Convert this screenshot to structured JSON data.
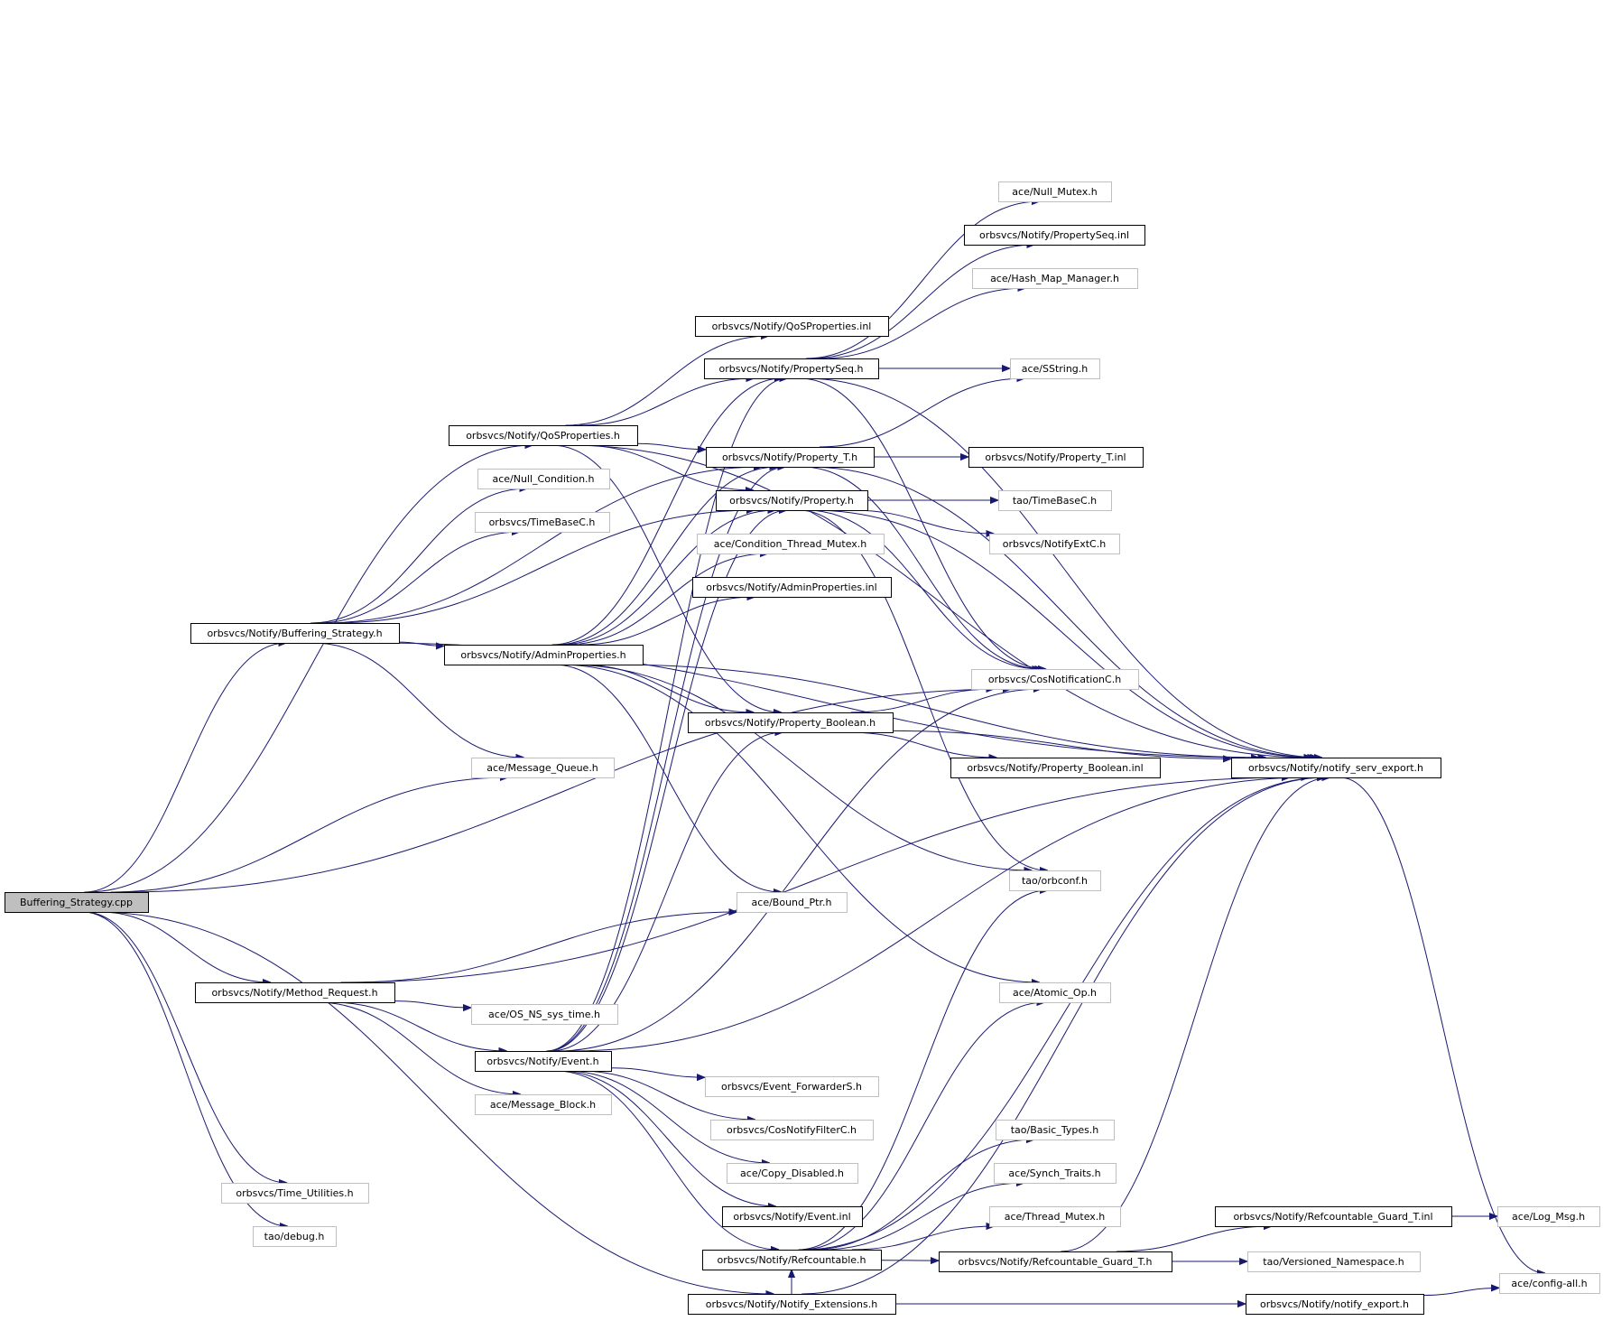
{
  "graph": {
    "nodes": [
      {
        "id": "root",
        "label": "Buffering_Strategy.cpp",
        "kind": "root"
      },
      {
        "id": "bs",
        "label": "orbsvcs/Notify/Buffering_Strategy.h",
        "kind": "documented"
      },
      {
        "id": "qos",
        "label": "orbsvcs/Notify/QoSProperties.h",
        "kind": "documented"
      },
      {
        "id": "qosinl",
        "label": "orbsvcs/Notify/QoSProperties.inl",
        "kind": "documented"
      },
      {
        "id": "nullcond",
        "label": "ace/Null_Condition.h",
        "kind": "undocumented"
      },
      {
        "id": "timebasec1",
        "label": "orbsvcs/TimeBaseC.h",
        "kind": "undocumented"
      },
      {
        "id": "admin",
        "label": "orbsvcs/Notify/AdminProperties.h",
        "kind": "documented"
      },
      {
        "id": "msgq",
        "label": "ace/Message_Queue.h",
        "kind": "undocumented"
      },
      {
        "id": "methreq",
        "label": "orbsvcs/Notify/Method_Request.h",
        "kind": "documented"
      },
      {
        "id": "ostime",
        "label": "ace/OS_NS_sys_time.h",
        "kind": "undocumented"
      },
      {
        "id": "event",
        "label": "orbsvcs/Notify/Event.h",
        "kind": "documented"
      },
      {
        "id": "msgblock",
        "label": "ace/Message_Block.h",
        "kind": "undocumented"
      },
      {
        "id": "timeutil",
        "label": "orbsvcs/Time_Utilities.h",
        "kind": "undocumented"
      },
      {
        "id": "debug",
        "label": "tao/debug.h",
        "kind": "undocumented"
      },
      {
        "id": "propseq",
        "label": "orbsvcs/Notify/PropertySeq.h",
        "kind": "documented"
      },
      {
        "id": "propt",
        "label": "orbsvcs/Notify/Property_T.h",
        "kind": "documented"
      },
      {
        "id": "prop",
        "label": "orbsvcs/Notify/Property.h",
        "kind": "documented"
      },
      {
        "id": "condmutex",
        "label": "ace/Condition_Thread_Mutex.h",
        "kind": "undocumented"
      },
      {
        "id": "admininl",
        "label": "orbsvcs/Notify/AdminProperties.inl",
        "kind": "documented"
      },
      {
        "id": "propbool",
        "label": "orbsvcs/Notify/Property_Boolean.h",
        "kind": "documented"
      },
      {
        "id": "boundptr",
        "label": "ace/Bound_Ptr.h",
        "kind": "undocumented"
      },
      {
        "id": "fwds",
        "label": "orbsvcs/Event_ForwarderS.h",
        "kind": "undocumented"
      },
      {
        "id": "filterc",
        "label": "orbsvcs/CosNotifyFilterC.h",
        "kind": "undocumented"
      },
      {
        "id": "copydis",
        "label": "ace/Copy_Disabled.h",
        "kind": "undocumented"
      },
      {
        "id": "eventinl",
        "label": "orbsvcs/Notify/Event.inl",
        "kind": "documented"
      },
      {
        "id": "refc",
        "label": "orbsvcs/Notify/Refcountable.h",
        "kind": "documented"
      },
      {
        "id": "notext",
        "label": "orbsvcs/Notify/Notify_Extensions.h",
        "kind": "documented"
      },
      {
        "id": "nullmutex",
        "label": "ace/Null_Mutex.h",
        "kind": "undocumented"
      },
      {
        "id": "propseqinl",
        "label": "orbsvcs/Notify/PropertySeq.inl",
        "kind": "documented"
      },
      {
        "id": "hashmap",
        "label": "ace/Hash_Map_Manager.h",
        "kind": "undocumented"
      },
      {
        "id": "sstring",
        "label": "ace/SString.h",
        "kind": "undocumented"
      },
      {
        "id": "proptinl",
        "label": "orbsvcs/Notify/Property_T.inl",
        "kind": "documented"
      },
      {
        "id": "timebasec2",
        "label": "tao/TimeBaseC.h",
        "kind": "undocumented"
      },
      {
        "id": "notifyextc",
        "label": "orbsvcs/NotifyExtC.h",
        "kind": "undocumented"
      },
      {
        "id": "cosnotc",
        "label": "orbsvcs/CosNotificationC.h",
        "kind": "undocumented"
      },
      {
        "id": "propboolinl",
        "label": "orbsvcs/Notify/Property_Boolean.inl",
        "kind": "documented"
      },
      {
        "id": "servexp",
        "label": "orbsvcs/Notify/notify_serv_export.h",
        "kind": "documented"
      },
      {
        "id": "orbconf",
        "label": "tao/orbconf.h",
        "kind": "undocumented"
      },
      {
        "id": "atomicop",
        "label": "ace/Atomic_Op.h",
        "kind": "undocumented"
      },
      {
        "id": "basictypes",
        "label": "tao/Basic_Types.h",
        "kind": "undocumented"
      },
      {
        "id": "synchtraits",
        "label": "ace/Synch_Traits.h",
        "kind": "undocumented"
      },
      {
        "id": "threadmutex",
        "label": "ace/Thread_Mutex.h",
        "kind": "undocumented"
      },
      {
        "id": "refguardinl",
        "label": "orbsvcs/Notify/Refcountable_Guard_T.inl",
        "kind": "documented"
      },
      {
        "id": "refguard",
        "label": "orbsvcs/Notify/Refcountable_Guard_T.h",
        "kind": "documented"
      },
      {
        "id": "versioned",
        "label": "tao/Versioned_Namespace.h",
        "kind": "undocumented"
      },
      {
        "id": "notifyexp",
        "label": "orbsvcs/Notify/notify_export.h",
        "kind": "documented"
      },
      {
        "id": "logmsg",
        "label": "ace/Log_Msg.h",
        "kind": "undocumented"
      },
      {
        "id": "configall",
        "label": "ace/config-all.h",
        "kind": "undocumented"
      }
    ],
    "edges": [
      [
        "root",
        "qos"
      ],
      [
        "root",
        "bs"
      ],
      [
        "root",
        "msgq"
      ],
      [
        "root",
        "cosnotc"
      ],
      [
        "root",
        "methreq"
      ],
      [
        "root",
        "timeutil"
      ],
      [
        "root",
        "debug"
      ],
      [
        "root",
        "notext"
      ],
      [
        "bs",
        "nullcond"
      ],
      [
        "bs",
        "timebasec1"
      ],
      [
        "bs",
        "admin"
      ],
      [
        "bs",
        "msgq"
      ],
      [
        "bs",
        "propt"
      ],
      [
        "bs",
        "servexp"
      ],
      [
        "bs",
        "prop"
      ],
      [
        "qos",
        "qosinl"
      ],
      [
        "qos",
        "propseq"
      ],
      [
        "qos",
        "propt"
      ],
      [
        "qos",
        "prop"
      ],
      [
        "qos",
        "propbool"
      ],
      [
        "qos",
        "servexp"
      ],
      [
        "admin",
        "admininl"
      ],
      [
        "admin",
        "condmutex"
      ],
      [
        "admin",
        "propt"
      ],
      [
        "admin",
        "prop"
      ],
      [
        "admin",
        "propseq"
      ],
      [
        "admin",
        "propbool"
      ],
      [
        "admin",
        "boundptr"
      ],
      [
        "admin",
        "servexp"
      ],
      [
        "admin",
        "atomicop"
      ],
      [
        "admin",
        "orbconf"
      ],
      [
        "methreq",
        "ostime"
      ],
      [
        "methreq",
        "event"
      ],
      [
        "methreq",
        "msgblock"
      ],
      [
        "methreq",
        "boundptr"
      ],
      [
        "methreq",
        "servexp"
      ],
      [
        "event",
        "fwds"
      ],
      [
        "event",
        "filterc"
      ],
      [
        "event",
        "copydis"
      ],
      [
        "event",
        "eventinl"
      ],
      [
        "event",
        "refc"
      ],
      [
        "event",
        "servexp"
      ],
      [
        "event",
        "propbool"
      ],
      [
        "event",
        "prop"
      ],
      [
        "event",
        "propt"
      ],
      [
        "event",
        "propseq"
      ],
      [
        "event",
        "cosnotc"
      ],
      [
        "propseq",
        "nullmutex"
      ],
      [
        "propseq",
        "propseqinl"
      ],
      [
        "propseq",
        "hashmap"
      ],
      [
        "propseq",
        "sstring"
      ],
      [
        "propseq",
        "servexp"
      ],
      [
        "propseq",
        "cosnotc"
      ],
      [
        "propt",
        "proptinl"
      ],
      [
        "propt",
        "sstring"
      ],
      [
        "propt",
        "servexp"
      ],
      [
        "propt",
        "cosnotc"
      ],
      [
        "prop",
        "timebasec2"
      ],
      [
        "prop",
        "notifyextc"
      ],
      [
        "prop",
        "cosnotc"
      ],
      [
        "prop",
        "servexp"
      ],
      [
        "prop",
        "orbconf"
      ],
      [
        "propbool",
        "propboolinl"
      ],
      [
        "propbool",
        "cosnotc"
      ],
      [
        "propbool",
        "servexp"
      ],
      [
        "servexp",
        "configall"
      ],
      [
        "refc",
        "refguard"
      ],
      [
        "refc",
        "orbconf"
      ],
      [
        "refc",
        "atomicop"
      ],
      [
        "refc",
        "basictypes"
      ],
      [
        "refc",
        "synchtraits"
      ],
      [
        "refc",
        "threadmutex"
      ],
      [
        "refc",
        "servexp"
      ],
      [
        "refguard",
        "refguardinl"
      ],
      [
        "refguard",
        "versioned"
      ],
      [
        "refguard",
        "servexp"
      ],
      [
        "refguardinl",
        "logmsg"
      ],
      [
        "notext",
        "notifyexp"
      ],
      [
        "notext",
        "servexp"
      ],
      [
        "notext",
        "refc"
      ],
      [
        "notifyexp",
        "configall"
      ]
    ]
  }
}
